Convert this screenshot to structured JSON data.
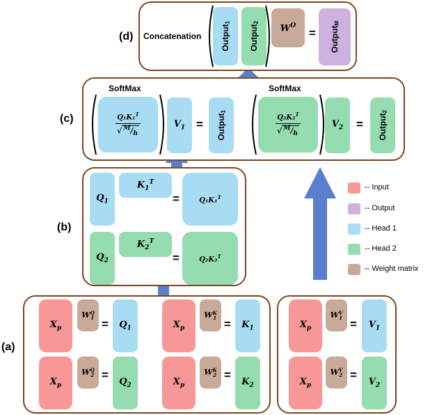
{
  "panels": {
    "a": "(a)",
    "b": "(b)",
    "c": "(c)",
    "d": "(d)"
  },
  "d": {
    "concat": "Concatenation",
    "wo": "W",
    "wo_sup": "O",
    "out1": "Output",
    "out1_sub": "1",
    "out2": "Output",
    "out2_sub": "2",
    "outm": "Output",
    "outm_sub": "M"
  },
  "c": {
    "softmax1": "SoftMax",
    "softmax2": "SoftMax",
    "frac1_num": "Q₁K₁",
    "frac2_num": "Q₂K₂",
    "t": "T",
    "den_m": "M",
    "den_h": "h",
    "v1": "V",
    "v1_sub": "1",
    "v2": "V",
    "v2_sub": "2",
    "out1": "Output",
    "out1_sub": "1",
    "out2": "Output",
    "out2_sub": "2"
  },
  "b": {
    "q1": "Q",
    "q1_sub": "1",
    "k1t": "K",
    "k1t_sub": "1",
    "k1t_sup": "T",
    "q1k1": "Q₁K₁",
    "q1k1_sup": "T",
    "q2": "Q",
    "q2_sub": "2",
    "k2t": "K",
    "k2t_sub": "2",
    "k2t_sup": "T",
    "q2k2": "Q₂K₂",
    "q2k2_sup": "T"
  },
  "a": {
    "xp": "X",
    "xp_sub": "p",
    "w": "W",
    "wq1_sup": "Q",
    "wq1_sub": "1",
    "wq2_sup": "Q",
    "wq2_sub": "2",
    "wk1_sup": "K",
    "wk1_sub": "1",
    "wk2_sup": "K",
    "wk2_sub": "2",
    "wv1_sup": "V",
    "wv1_sub": "1",
    "wv2_sup": "V",
    "wv2_sub": "2",
    "q1": "Q",
    "q1_sub": "1",
    "q2": "Q",
    "q2_sub": "2",
    "k1": "K",
    "k1_sub": "1",
    "k2": "K",
    "k2_sub": "2",
    "v1": "V",
    "v1_sub": "1",
    "v2": "V",
    "v2_sub": "2"
  },
  "eq": "=",
  "legend": [
    {
      "label": "-- Input",
      "color": "#f79797"
    },
    {
      "label": "-- Output",
      "color": "#cdb2e0"
    },
    {
      "label": "-- Head 1",
      "color": "#a8dcf3"
    },
    {
      "label": "-- Head 2",
      "color": "#95dcb0"
    },
    {
      "label": "-- Weight matrix",
      "color": "#c7ab98"
    }
  ],
  "colors": {
    "input": "#f79797",
    "output": "#cdb2e0",
    "head1": "#a8dcf3",
    "head2": "#95dcb0",
    "weight": "#c7ab98",
    "frame": "#7a4520",
    "arrow": "#5b7fce"
  }
}
